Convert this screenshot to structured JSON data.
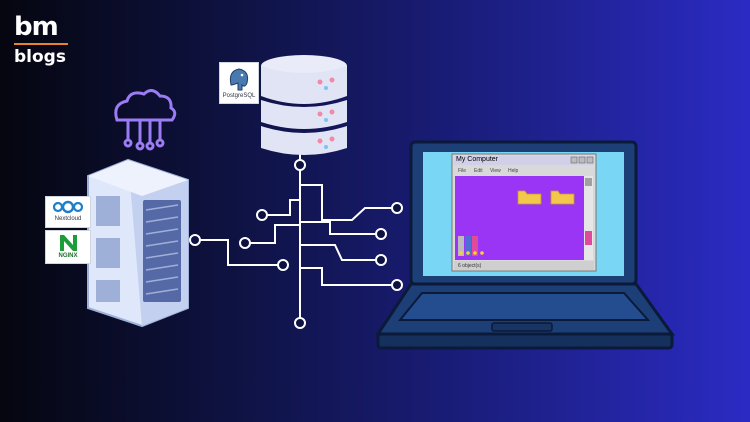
{
  "brand": {
    "name": "bm",
    "subtitle": "blogs"
  },
  "badges": {
    "database": "PostgreSQL",
    "storage": "Nextcloud",
    "webserver": "NGINX"
  },
  "window": {
    "title": "My Computer",
    "menu": [
      "File",
      "Edit",
      "View",
      "Help"
    ],
    "status": "6 object(s)"
  },
  "colors": {
    "accent": "#e8832a",
    "line": "#ffffff",
    "window_bg": "#9b35f5",
    "laptop_frame": "#1d3f77",
    "laptop_screen": "#79d6f5",
    "server": "#dfe7fb",
    "cloud": "#9b7cf5"
  },
  "icons": [
    "cloud-network-icon",
    "database-icon",
    "server-rack-icon",
    "laptop-icon",
    "folder-icon",
    "binder-icon",
    "nextcloud-logo",
    "nginx-logo",
    "postgresql-logo"
  ]
}
